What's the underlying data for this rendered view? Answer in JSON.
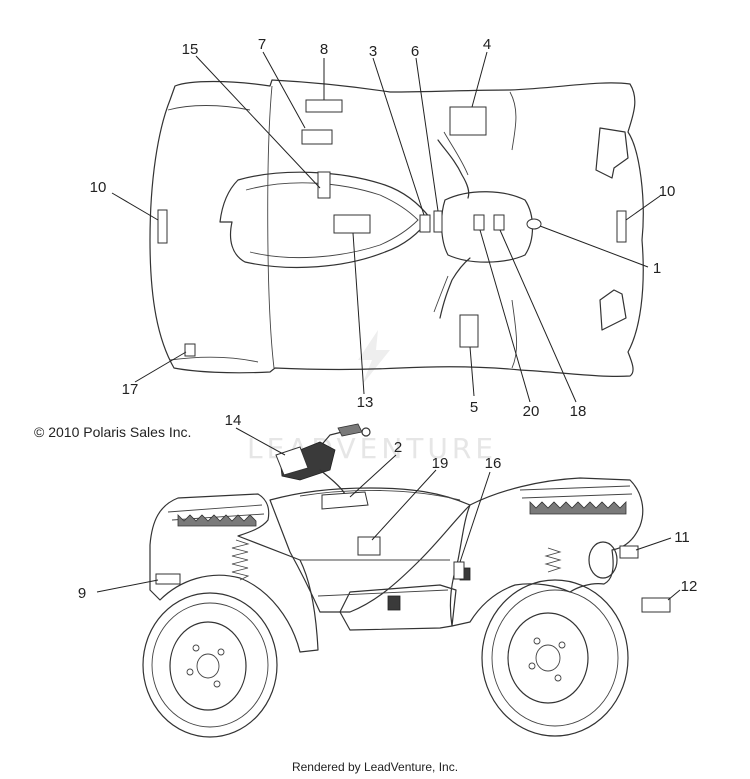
{
  "copyright": "© 2010 Polaris Sales Inc.",
  "footer": "Rendered by LeadVenture, Inc.",
  "watermark": "LEADVENTURE",
  "callouts": {
    "c1": "1",
    "c2": "2",
    "c3": "3",
    "c4": "4",
    "c5": "5",
    "c6": "6",
    "c7": "7",
    "c8": "8",
    "c9": "9",
    "c10a": "10",
    "c10b": "10",
    "c11": "11",
    "c12": "12",
    "c13": "13",
    "c14": "14",
    "c15": "15",
    "c16": "16",
    "c17": "17",
    "c18": "18",
    "c19": "19",
    "c20": "20"
  }
}
